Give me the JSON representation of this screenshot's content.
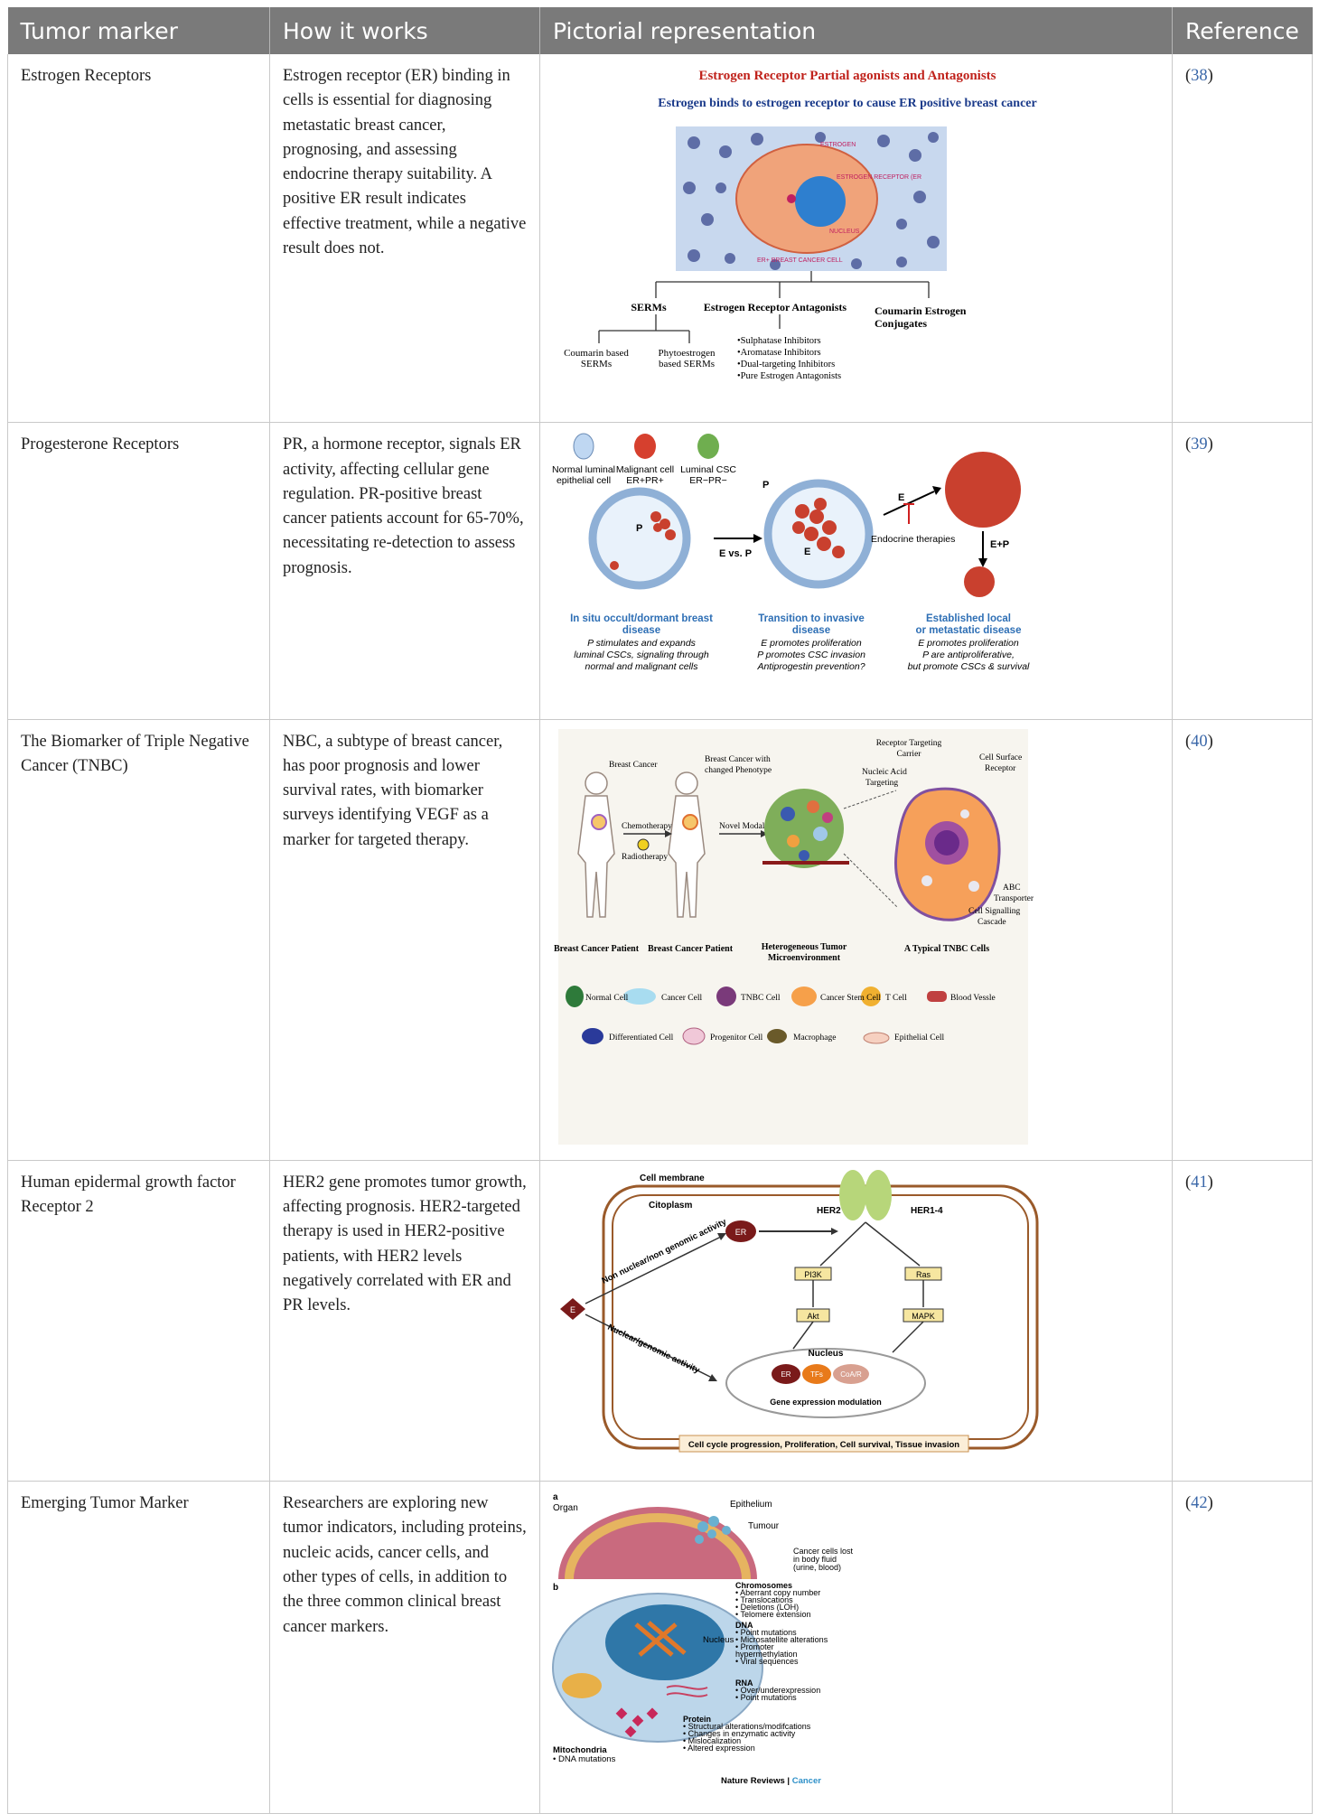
{
  "headers": [
    "Tumor marker",
    "How it works",
    "Pictorial representation",
    "Reference"
  ],
  "rows": [
    {
      "marker": "Estrogen Receptors",
      "description": "Estrogen receptor (ER) binding in cells is essential for diagnosing metastatic breast cancer, prognosing, and assessing endocrine therapy suitability. A positive ER result indicates effective treatment, while a negative result does not.",
      "ref_num": "38",
      "figure": {
        "title": "Estrogen Receptor Partial agonists and Antagonists",
        "subtitle": "Estrogen binds to estrogen receptor to cause ER positive breast cancer",
        "cell_labels": [
          "ESTROGEN",
          "ESTROGEN RECEPTOR (ER",
          "NUCLEUS",
          "ER+ BREAST CANCER CELL"
        ],
        "branches": [
          "SERMs",
          "Estrogen Receptor Antagonists",
          "Coumarin Estrogen",
          "Conjugates"
        ],
        "serm_sub": [
          "Coumarin based",
          "SERMs",
          "Phytoestrogen",
          "based SERMs"
        ],
        "antagonist_list": [
          "•Sulphatase Inhibitors",
          "•Aromatase Inhibitors",
          "•Dual-targeting Inhibitors",
          "•Pure Estrogen Antagonists"
        ]
      }
    },
    {
      "marker": "Progesterone Receptors",
      "description": "PR, a hormone receptor, signals ER activity, affecting cellular gene regulation. PR-positive breast cancer patients account for 65-70%, necessitating re-detection to assess prognosis.",
      "ref_num": "39",
      "figure": {
        "legend": [
          "Normal luminal",
          "epithelial cell",
          "Malignant cell",
          "ER+PR+",
          "Luminal CSC",
          "ER−PR−"
        ],
        "arrows": [
          "E vs. P",
          "E",
          "Endocrine therapies",
          "E+P"
        ],
        "marks": [
          "P",
          "P",
          "E"
        ],
        "stage1": [
          "In situ occult/dormant breast",
          "disease",
          "P stimulates and expands",
          "luminal CSCs, signaling through",
          "normal and malignant cells"
        ],
        "stage2": [
          "Transition to invasive",
          "disease",
          "E promotes proliferation",
          "P promotes CSC invasion",
          "Antiprogestin prevention?"
        ],
        "stage3": [
          "Established local",
          "or metastatic disease",
          "E promotes proliferation",
          "P are antiproliferative,",
          "but promote CSCs & survival"
        ]
      }
    },
    {
      "marker": "The Biomarker of Triple Negative Cancer (TNBC)",
      "description": "NBC, a subtype of breast cancer, has poor prognosis and lower survival rates, with biomarker surveys identifying VEGF as a marker for targeted therapy.",
      "ref_num": "40",
      "figure": {
        "top_labels": [
          "Breast Cancer",
          "Breast Cancer with",
          "changed Phenotype",
          "Receptor Targeting",
          "Carrier",
          "Cell Surface",
          "Receptor",
          "Nucleic Acid",
          "Targeting"
        ],
        "mid_labels": [
          "Chemotherapy",
          "Radiotherapy",
          "Novel Modalities",
          "ABC",
          "Transporter",
          "Cell Signalling",
          "Cascade"
        ],
        "captions": [
          "Breast Cancer Patient",
          "Breast Cancer Patient",
          "Heterogeneous Tumor",
          "Microenvironment",
          "A Typical TNBC Cells"
        ],
        "legend1": [
          "Normal Cell",
          "Cancer Cell",
          "TNBC Cell",
          "Cancer Stem Cell",
          "T Cell",
          "Blood Vessle"
        ],
        "legend2": [
          "Differentiated Cell",
          "Progenitor Cell",
          "Macrophage",
          "Epithelial Cell"
        ]
      }
    },
    {
      "marker": "Human epidermal growth factor Receptor 2",
      "description": "HER2 gene promotes tumor growth, affecting prognosis. HER2-targeted therapy is used in HER2-positive patients, with HER2 levels negatively correlated with ER and PR levels.",
      "ref_num": "41",
      "figure": {
        "labels": [
          "Cell membrane",
          "Citoplasm",
          "HER2",
          "HER1-4",
          "ER",
          "PI3K",
          "Ras",
          "Akt",
          "MAPK",
          "E",
          "Non nuclear/non genomic activity",
          "Nuclear/genomic activity",
          "Nucleus",
          "ER",
          "TFs",
          "CoA/R",
          "Gene expression modulation"
        ],
        "banner": "Cell cycle progression, Proliferation, Cell survival, Tissue invasion"
      }
    },
    {
      "marker": "Emerging Tumor Marker",
      "description": "Researchers are exploring new tumor indicators, including proteins, nucleic acids, cancer cells, and other types of cells, in addition to the three common clinical breast cancer markers.",
      "ref_num": "42",
      "figure": {
        "panel_a": [
          "a",
          "Organ",
          "Epithelium",
          "Tumour",
          "Cancer cells lost",
          "in body fluid",
          "(urine, blood)"
        ],
        "panel_b": [
          "b",
          "Nucleus",
          "Mitochondria",
          "• DNA mutations"
        ],
        "chromosomes": [
          "Chromosomes",
          "• Aberrant copy number",
          "• Translocations",
          "• Deletions (LOH)",
          "• Telomere extension"
        ],
        "dna": [
          "DNA",
          "• Point mutations",
          "• Microsatellite alterations",
          "• Promoter",
          "  hypermethylation",
          "• Viral sequences"
        ],
        "rna": [
          "RNA",
          "• Over/underexpression",
          "• Point mutations"
        ],
        "protein": [
          "Protein",
          "• Structural alterations/modifcations",
          "• Changes in enzymatic activity",
          "• Mislocalization",
          "• Altered expression"
        ],
        "source": "Nature Reviews",
        "source_sep": "|",
        "source_journal": "Cancer"
      }
    }
  ],
  "colors": {
    "header_bg": "#7a7a7a",
    "ref_link": "#3a67a8",
    "fig_title_red": "#c0221b",
    "fig_blue": "#1a3a8a"
  }
}
